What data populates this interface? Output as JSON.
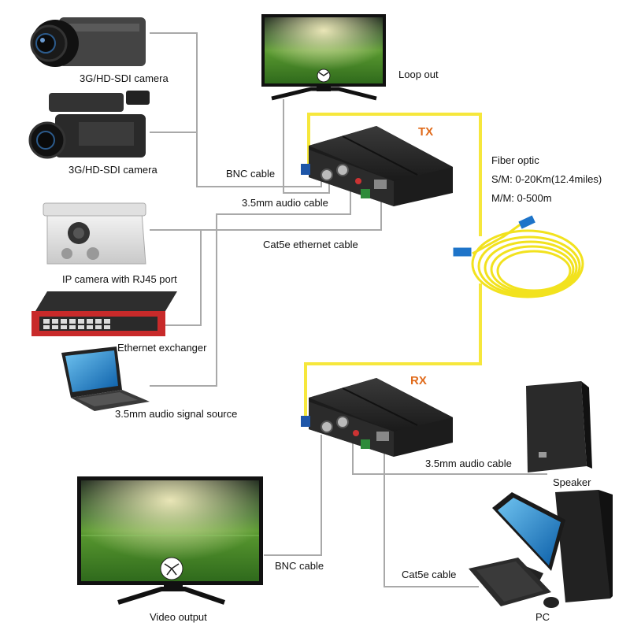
{
  "colors": {
    "cable_gray": "#a9a9a9",
    "fiber_yellow": "#f6e73c",
    "unit_label": "#e06a1a",
    "device_dark": "#222222"
  },
  "devices": {
    "tx_label": "TX",
    "rx_label": "RX"
  },
  "labels": {
    "camera1": "3G/HD-SDI camera",
    "camera2": "3G/HD-SDI camera",
    "loop_out": "Loop out",
    "bnc_cable_top": "BNC cable",
    "audio_cable_top": "3.5mm audio cable",
    "cat5e_top": "Cat5e ethernet cable",
    "ip_camera": "IP camera with RJ45 port",
    "ethernet_exchanger": "Ethernet exchanger",
    "audio_source": "3.5mm audio signal source",
    "fiber_optic": "Fiber optic",
    "fiber_sm": "S/M: 0-20Km(12.4miles)",
    "fiber_mm": "M/M: 0-500m",
    "audio_cable_bottom": "3.5mm audio cable",
    "speaker": "Speaker",
    "bnc_cable_bottom": "BNC cable",
    "cat5e_bottom": "Cat5e cable",
    "video_output": "Video output",
    "pc": "PC"
  }
}
